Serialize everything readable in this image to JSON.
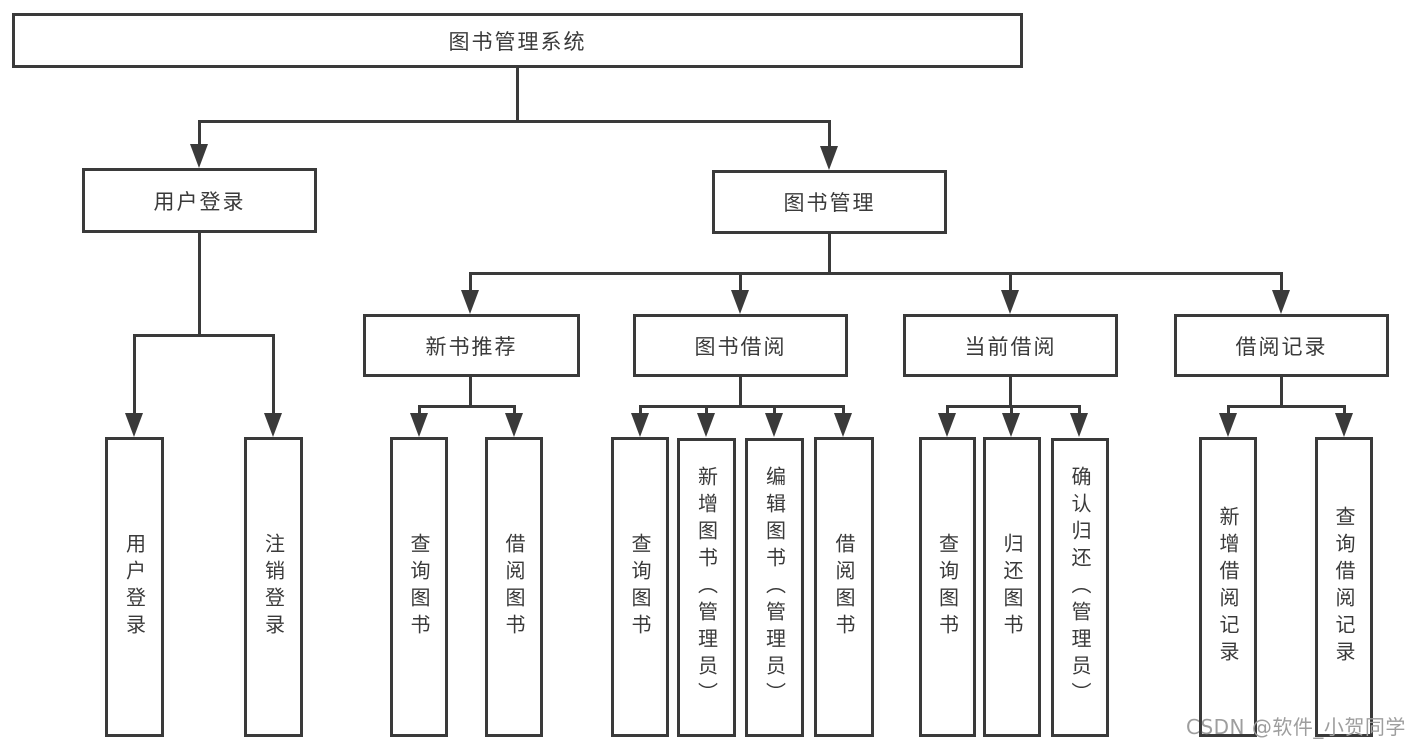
{
  "diagram": {
    "root": {
      "label": "图书管理系统"
    },
    "branches": [
      {
        "label": "用户登录",
        "children": [
          {
            "label": "用户登录"
          },
          {
            "label": "注销登录"
          }
        ]
      },
      {
        "label": "图书管理",
        "sections": [
          {
            "label": "新书推荐",
            "children": [
              {
                "label": "查询图书"
              },
              {
                "label": "借阅图书"
              }
            ]
          },
          {
            "label": "图书借阅",
            "children": [
              {
                "label": "查询图书"
              },
              {
                "label": "新增图书（管理员）"
              },
              {
                "label": "编辑图书（管理员）"
              },
              {
                "label": "借阅图书"
              }
            ]
          },
          {
            "label": "当前借阅",
            "children": [
              {
                "label": "查询图书"
              },
              {
                "label": "归还图书"
              },
              {
                "label": "确认归还（管理员）"
              }
            ]
          },
          {
            "label": "借阅记录",
            "children": [
              {
                "label": "新增借阅记录"
              },
              {
                "label": "查询借阅记录"
              }
            ]
          }
        ]
      }
    ]
  },
  "watermark": {
    "text": "CSDN @软件_小贺同学"
  },
  "colors": {
    "line": "#3a3a3a",
    "text": "#3a3a3a",
    "background": "#ffffff",
    "watermark": "#9e9e9e"
  }
}
